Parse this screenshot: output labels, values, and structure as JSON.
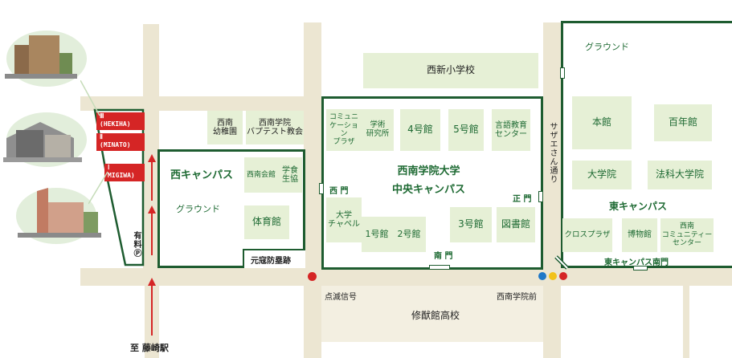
{
  "landmarks": {
    "nishi_shin_elementary": "西新小学校",
    "seinan_kindergarten": "西南\n幼稚園",
    "baptist_church": "西南学院\nバプテスト教会",
    "genkou_ruins": "元寇防塁跡",
    "tenmetsu_signal": "点滅信号",
    "seinan_gakuin_mae": "西南学院前",
    "shuyukan_high": "修猷館高校",
    "sazae_street": "サザエさん通り",
    "parking": "有料Ⓟ",
    "fujisaki_station": "至 藤崎駅"
  },
  "west_campus": {
    "title": "西キャンパス",
    "ground": "グラウンド",
    "seinan_kaikan": "西南会館",
    "gakushoku": "学食\n生協",
    "gym": "体育館"
  },
  "central_campus": {
    "title": "西南学院大学\n中央キャンパス",
    "communication_plaza": "コミュニ\nケーション\nプラザ",
    "research_institute": "学術\n研究所",
    "building_4": "4号館",
    "building_5": "5号館",
    "language_center": "言語教育\nセンター",
    "chapel": "大学\nチャペル",
    "building_1": "1号館",
    "building_2": "2号館",
    "building_3": "3号館",
    "library": "図書館",
    "west_gate": "西 門",
    "main_gate": "正 門",
    "south_gate": "南 門"
  },
  "east_campus": {
    "title": "東キャンパス",
    "ground": "グラウンド",
    "main_hall": "本館",
    "centennial_hall": "百年館",
    "graduate_school": "大学院",
    "law_school": "法科大学院",
    "cross_plaza": "クロスプラザ",
    "museum": "博物館",
    "community_center": "西南\nコミュニティー\nセンター",
    "south_gate": "東キャンパス南門"
  },
  "dormitories": [
    {
      "numeral": "Ⅲ",
      "name": "(HEKIHA)"
    },
    {
      "numeral": "Ⅱ",
      "name": "(MINATO)"
    },
    {
      "numeral": "Ⅰ",
      "name": "MIGIWA)"
    }
  ],
  "colors": {
    "road": "#ece6d2",
    "building": "#e6f0d6",
    "campus_border": "#1e5c30",
    "text_green": "#1e6a33",
    "red": "#d52525"
  },
  "icons": {
    "signal_red": "red-dot-icon",
    "signal_lights": "traffic-light-icon",
    "arrows": "up-arrow-icon"
  }
}
